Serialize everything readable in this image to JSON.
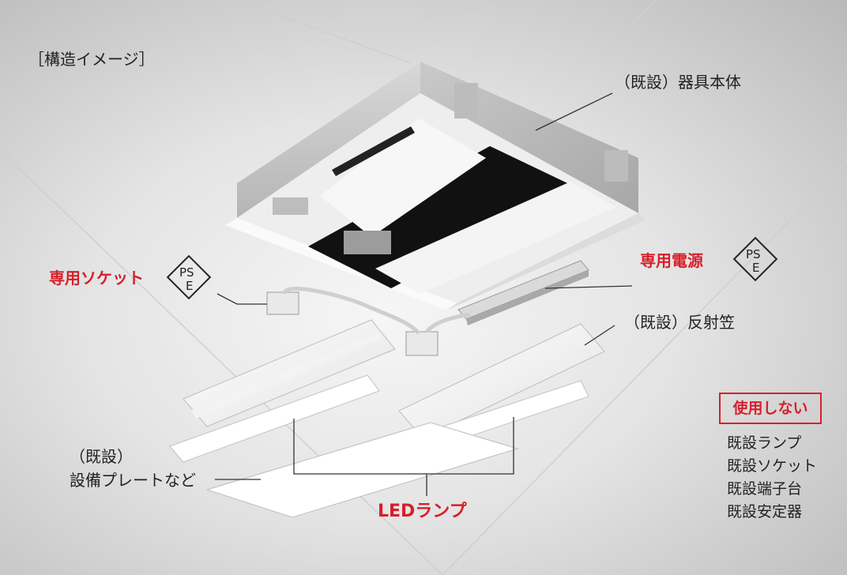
{
  "caption": "［構造イメージ］",
  "labels": {
    "body": "（既設）器具本体",
    "power_supply": "専用電源",
    "socket": "専用ソケット",
    "reflector": "（既設）反射笠",
    "plate_line1": "（既設）",
    "plate_line2": "設備プレートなど",
    "led_lamp": "LEDランプ"
  },
  "pse_mark": {
    "p": "P",
    "s": "S",
    "e": "E"
  },
  "not_used": {
    "title": "使用しない",
    "items": [
      "既設ランプ",
      "既設ソケット",
      "既設端子台",
      "既設安定器"
    ]
  },
  "colors": {
    "accent_red": "#d6202a"
  }
}
